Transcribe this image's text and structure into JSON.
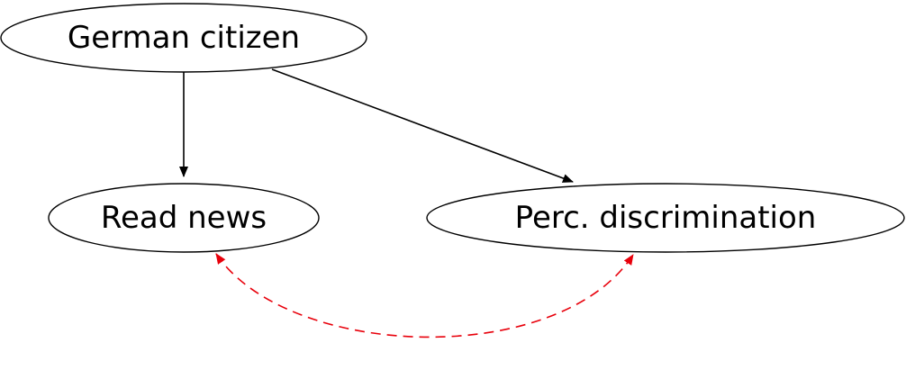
{
  "nodes": {
    "german_citizen": "German citizen",
    "read_news": "Read news",
    "perc_discrimination": "Perc. discrimination"
  },
  "edges": [
    {
      "from": "German citizen",
      "to": "Read news",
      "style": "solid",
      "color": "#000000"
    },
    {
      "from": "German citizen",
      "to": "Perc. discrimination",
      "style": "solid",
      "color": "#000000"
    },
    {
      "from": "Read news",
      "to": "Perc. discrimination",
      "style": "dashed",
      "direction": "both",
      "color": "#e8000b"
    }
  ]
}
